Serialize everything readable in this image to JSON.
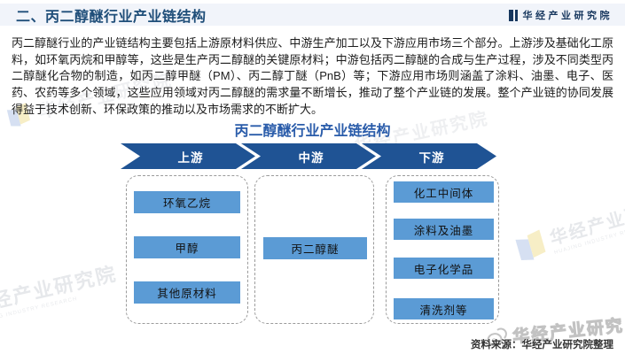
{
  "header": {
    "section_title": "二、丙二醇醚行业产业链结构",
    "brand_name": "华经产业研究院"
  },
  "intro": "丙二醇醚行业的产业链结构主要包括上游原材料供应、中游生产加工以及下游应用市场三个部分。上游涉及基础化工原料，如环氧丙烷和甲醇等，这些是生产丙二醇醚的关键原材料；中游包括丙二醇醚的合成与生产过程，涉及不同类型丙二醇醚化合物的制造，如丙二醇甲醚（PM）、丙二醇丁醚（PnB）等；下游应用市场则涵盖了涂料、油墨、电子、医药、农药等多个领域，这些应用领域对丙二醇醚的需求量不断增长，推动了整个产业链的发展。整个产业链的协同发展得益于技术创新、环保政策的推动以及市场需求的不断扩大。",
  "diagram": {
    "title": "丙二醇醚行业产业链结构",
    "stages": [
      {
        "label": "上游",
        "items": [
          "环氧乙烷",
          "甲醇",
          "其他原材料"
        ]
      },
      {
        "label": "中游",
        "items": [
          "丙二醇醚"
        ]
      },
      {
        "label": "下游",
        "items": [
          "化工中间体",
          "涂料及油墨",
          "电子化学品",
          "清洗剂等"
        ]
      }
    ]
  },
  "footer": {
    "source": "资料来源：华经产业研究院整理"
  },
  "watermarks": {
    "brand_cn": "华经产业研究院",
    "brand_en": "HUAJING INDUSTRY RESEARCH",
    "weibo_handle": "华经产业研究"
  },
  "colors": {
    "header_title": "#1F4E79",
    "diagram_title": "#2A5CAA",
    "stage_banner": "#1F5394",
    "item_box": "#5B9BD5",
    "header_band_bg": "#F1F4FA"
  }
}
